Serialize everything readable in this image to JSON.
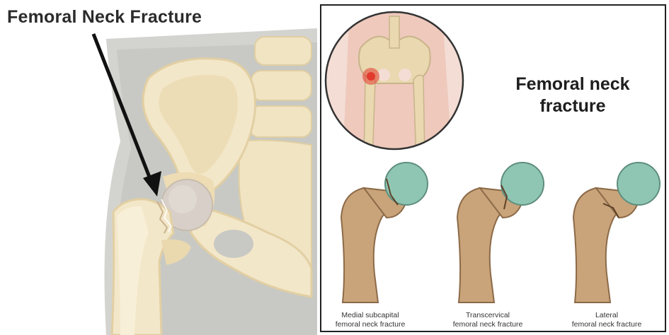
{
  "left_panel": {
    "title": "Femoral Neck Fracture"
  },
  "right_panel": {
    "title_line1": "Femoral neck",
    "title_line2": "fracture",
    "variants": [
      {
        "line1": "Medial subcapital",
        "line2": "femoral neck fracture"
      },
      {
        "line1": "Transcervical",
        "line2": "femoral neck fracture"
      },
      {
        "line1": "Lateral",
        "line2": "femoral neck fracture"
      }
    ]
  },
  "colors": {
    "bone_light": "#f3e7c9",
    "bone_shadow": "#e2cfa3",
    "femur_shaft": "#c9a47a",
    "femur_head": "#8fc6b3",
    "pain_marker": "#e23a2e",
    "background_grey": "#c8c9c4"
  }
}
